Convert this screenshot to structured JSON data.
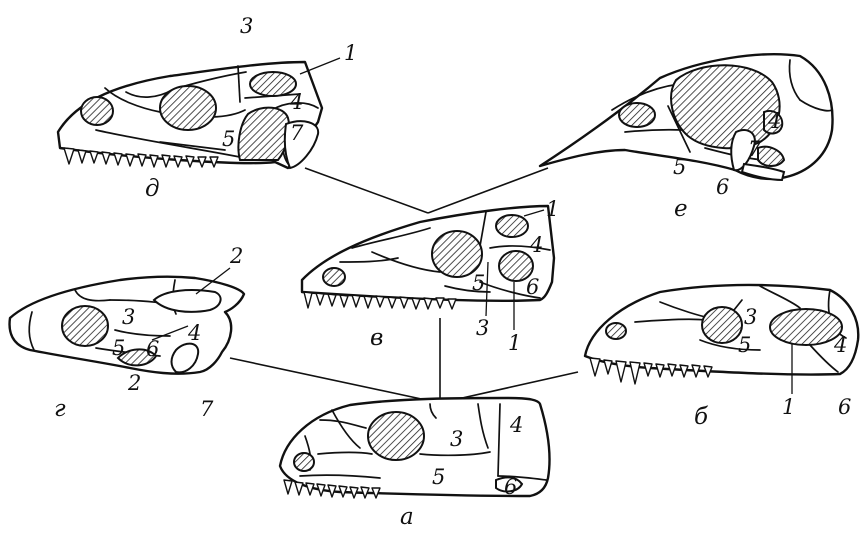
{
  "skulls": {
    "d": {
      "caption": "д",
      "labels": {
        "l1": "1",
        "l3": "3",
        "l4": "4",
        "l5": "5",
        "l7": "7"
      }
    },
    "e": {
      "caption": "е",
      "labels": {
        "l4": "4",
        "l5": "5",
        "l6": "6",
        "l7": "7"
      }
    },
    "v": {
      "caption": "в",
      "labels": {
        "l1a": "1",
        "l4": "4",
        "l5": "5",
        "l6": "6",
        "l3": "3",
        "l1b": "1"
      }
    },
    "g": {
      "caption": "г",
      "labels": {
        "l2a": "2",
        "l3": "3",
        "l4": "4",
        "l5": "5",
        "l6": "6",
        "l2b": "2",
        "l7": "7"
      }
    },
    "b": {
      "caption": "б",
      "labels": {
        "l3": "3",
        "l5": "5",
        "l4": "4",
        "l1": "1",
        "l6": "6"
      }
    },
    "a": {
      "caption": "а",
      "labels": {
        "l3": "3",
        "l4": "4",
        "l5": "5",
        "l6": "6"
      }
    }
  }
}
